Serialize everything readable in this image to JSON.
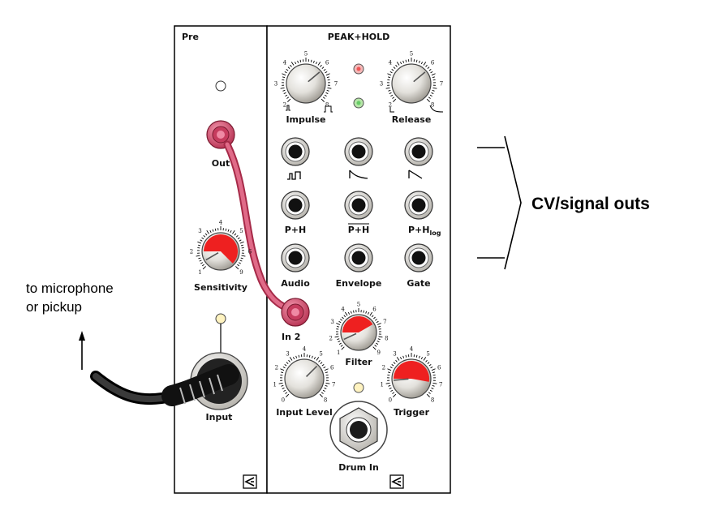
{
  "annotations": {
    "cv_outs": "CV/signal outs",
    "source_line1": "to microphone",
    "source_line2": "or pickup"
  },
  "pre_module": {
    "title": "Pre",
    "out_label": "Out",
    "sensitivity_label": "Sensitivity",
    "sensitivity_scale": [
      "1",
      "2",
      "3",
      "4",
      "5",
      "6",
      "9"
    ],
    "input_label": "Input"
  },
  "peak_hold_module": {
    "title": "PEAK+HOLD",
    "impulse_label": "Impulse",
    "impulse_scale": [
      "2",
      "3",
      "4",
      "5",
      "6",
      "7",
      "8"
    ],
    "release_label": "Release",
    "release_scale": [
      "2",
      "3",
      "4",
      "5",
      "6",
      "7",
      "8"
    ],
    "outputs": [
      {
        "label": "",
        "icon": "square-pulse-icon"
      },
      {
        "label": "",
        "icon": "decay-envelope-icon"
      },
      {
        "label": "",
        "icon": "ramp-icon"
      },
      {
        "label": "P+H"
      },
      {
        "label": "P+H"
      },
      {
        "label": "P+H",
        "sub": "log"
      },
      {
        "label": "Audio"
      },
      {
        "label": "Envelope"
      },
      {
        "label": "Gate"
      }
    ],
    "in2_label": "In 2",
    "filter_label": "Filter",
    "filter_scale": [
      "1",
      "2",
      "3",
      "4",
      "5",
      "6",
      "7",
      "8",
      "9"
    ],
    "input_level_label": "Input Level",
    "input_level_scale": [
      "0",
      "1",
      "2",
      "3",
      "4",
      "5",
      "6",
      "7",
      "8"
    ],
    "trigger_label": "Trigger",
    "trigger_scale": [
      "0",
      "1",
      "2",
      "3",
      "4",
      "5",
      "6",
      "7",
      "8"
    ],
    "drum_in_label": "Drum In"
  },
  "colors": {
    "accent_red": "#ee2020",
    "cable_pink": "#d84a6a",
    "led_red": "#f5b8b8",
    "led_green": "#b6e6a8",
    "led_yellow": "#fff3c0"
  }
}
